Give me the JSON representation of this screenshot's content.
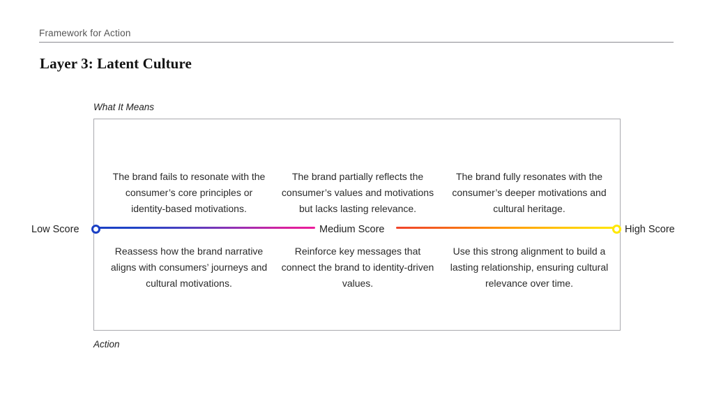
{
  "header": {
    "eyebrow": "Framework for Action",
    "title": "Layer 3: Latent Culture"
  },
  "axis": {
    "top_caption": "What It Means",
    "bottom_caption": "Action"
  },
  "scale": {
    "low_label": "Low Score",
    "medium_label": "Medium Score",
    "high_label": "High Score",
    "colors": {
      "low": "#1a3fc4",
      "mid_left": "#ec1e9c",
      "mid_right": "#f0432a",
      "high": "#ffe800"
    }
  },
  "what_it_means": [
    "The brand fails to resonate with the consumer’s core principles or identity-based motivations.",
    "The brand partially reflects the consumer’s values and motivations but lacks lasting relevance.",
    "The brand fully resonates with the consumer’s deeper motivations and cultural heritage."
  ],
  "action": [
    "Reassess how the brand narrative aligns with consumers’ journeys and cultural motivations.",
    "Reinforce key messages that connect the brand to identity-driven values.",
    "Use this strong alignment to build a lasting relationship, ensuring cultural relevance over time."
  ]
}
